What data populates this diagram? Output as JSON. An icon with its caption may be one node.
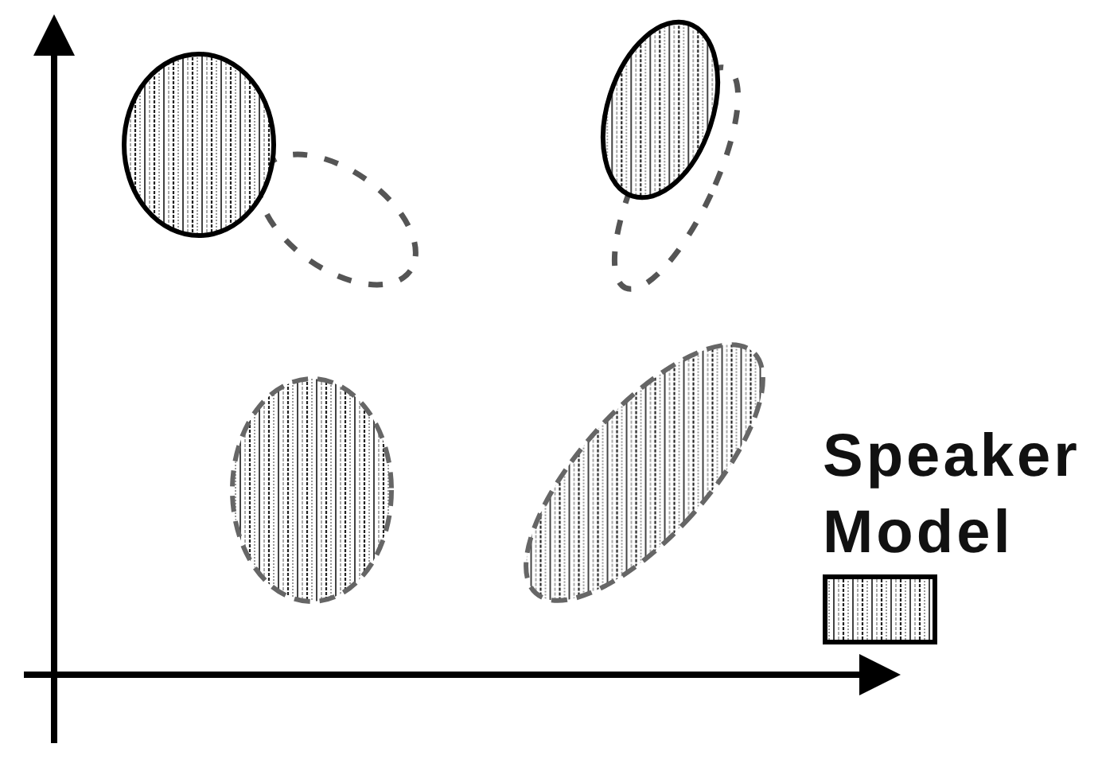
{
  "diagram": {
    "nodes": [
      {
        "text": [],
        "shape": "ellipse"
      },
      {
        "text": [],
        "shape": "ellipse"
      },
      {
        "text": [],
        "shape": "ellipse"
      },
      {
        "text": [],
        "shape": "ellipse"
      },
      {
        "text": [],
        "shape": "ellipse"
      },
      {
        "text": [],
        "shape": "ellipse"
      }
    ],
    "legend": [
      {
        "text": "Speaker Model"
      }
    ]
  }
}
